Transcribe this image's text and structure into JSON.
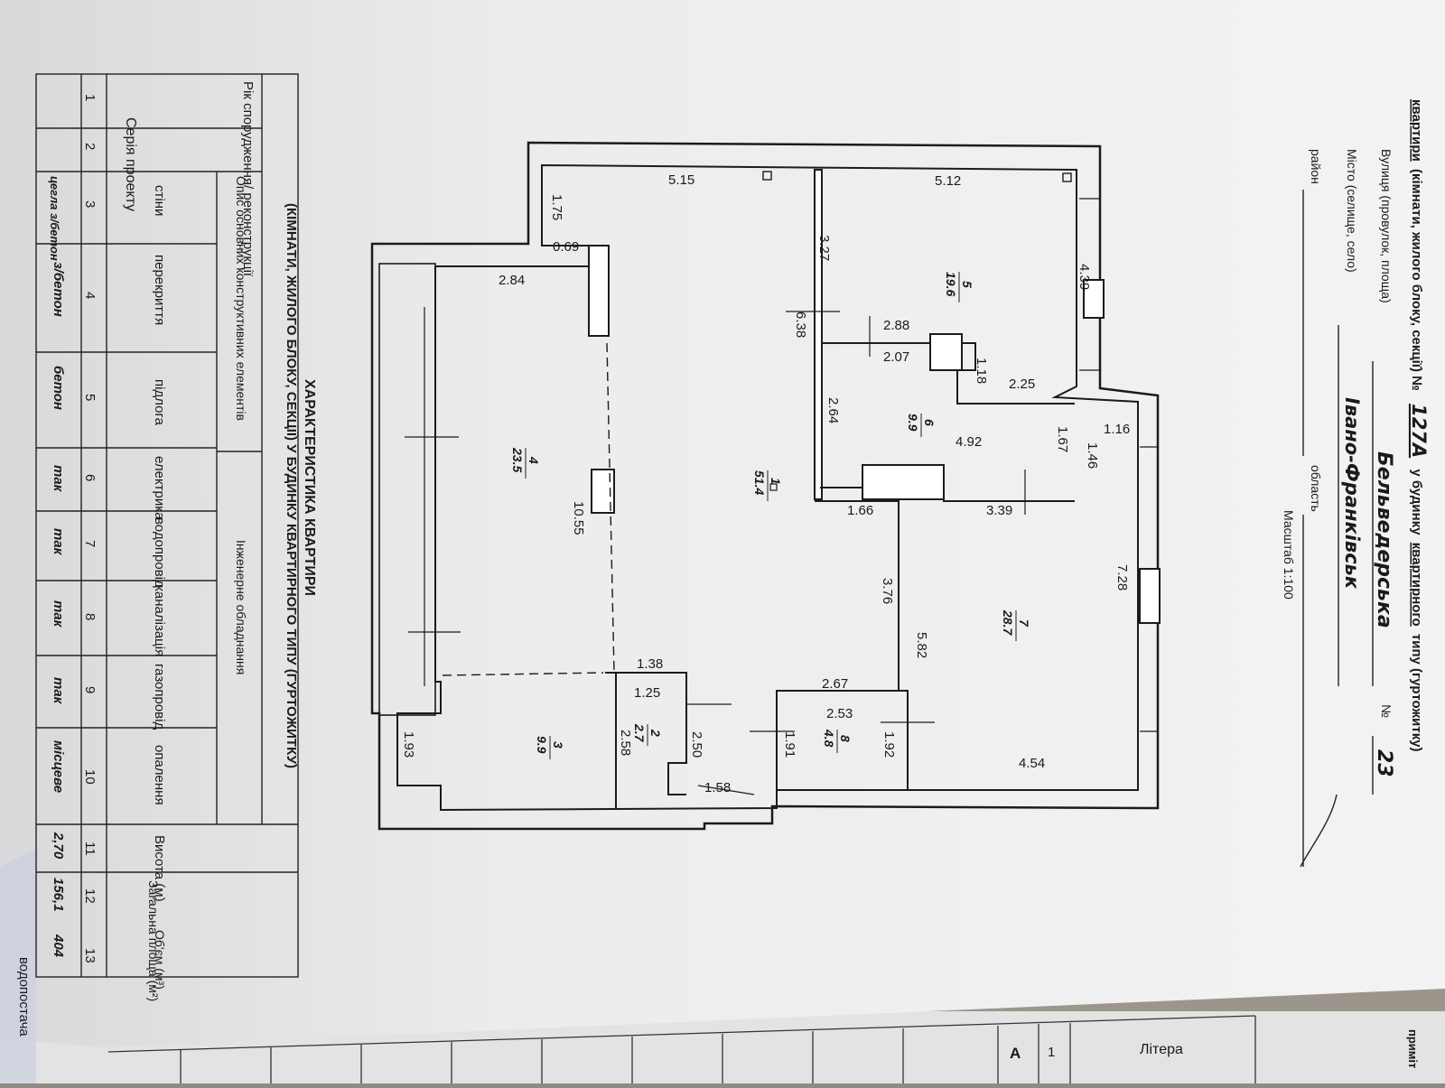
{
  "header": {
    "line1_a": "квартири",
    "line1_b": "(кімнати, жилого блоку, секції) №",
    "apartment_no": "127А",
    "line1_c": "у будинку",
    "line1_d": "квартирного",
    "line1_e": "типу (гуртожитку)",
    "street_label": "Вулиця (провулок, площа)",
    "street_value": "Бельведерська",
    "house_no_label": "№",
    "house_no_value": "23",
    "city_label": "Місто (селище, село)",
    "city_value": "Івано-Франківськ",
    "district_label": "район",
    "oblast_label": "область",
    "scale": "Масштаб 1:100",
    "top_right": "приміт"
  },
  "plan": {
    "dimensions": [
      "5.15",
      "5.12",
      "1.75",
      "0.69",
      "3.27",
      "4.39",
      "2.84",
      "6.38",
      "2.88",
      "2.07",
      "1.18",
      "2.25",
      "2.64",
      "1.16",
      "1.46",
      "1.67",
      "4.92",
      "1.66",
      "3.39",
      "10.55",
      "3.76",
      "5.82",
      "7.28",
      "1.38",
      "1.25",
      "2.67",
      "2.53",
      "2.50",
      "2.58",
      "1.91",
      "1.92",
      "1.93",
      "1.58",
      "4.54"
    ],
    "rooms": [
      {
        "no": "1",
        "area": "51.4"
      },
      {
        "no": "2",
        "area": "2.7"
      },
      {
        "no": "3",
        "area": "9.9"
      },
      {
        "no": "4",
        "area": "23.5"
      },
      {
        "no": "5",
        "area": "19.6"
      },
      {
        "no": "6",
        "area": "9.9"
      },
      {
        "no": "7",
        "area": "28.7"
      },
      {
        "no": "8",
        "area": "4.8"
      }
    ]
  },
  "table": {
    "title1": "ХАРАКТЕРИСТИКА КВАРТИРИ",
    "title2": "(КІМНАТИ, ЖИЛОГО БЛОКУ, СЕКЦІЇ) У БУДИНКУ КВАРТИРНОГО ТИПУ (ГУРТОЖИТКУ)",
    "group_struct": "Опис основних конструктивних елементів",
    "group_eng": "Інженерне обладнання",
    "columns": [
      {
        "n": "1",
        "label": "Рік спорудження/ реконструкції",
        "value": ""
      },
      {
        "n": "2",
        "label": "Серія проекту",
        "value": ""
      },
      {
        "n": "3",
        "label": "стіни",
        "value": "цегла з/бетон"
      },
      {
        "n": "4",
        "label": "перекриття",
        "value": "з/бетон"
      },
      {
        "n": "5",
        "label": "підлога",
        "value": "бетон"
      },
      {
        "n": "6",
        "label": "електрика",
        "value": "так"
      },
      {
        "n": "7",
        "label": "водопровід",
        "value": "так"
      },
      {
        "n": "8",
        "label": "каналізація",
        "value": "так"
      },
      {
        "n": "9",
        "label": "газопровід",
        "value": "так"
      },
      {
        "n": "10",
        "label": "опалення",
        "value": "місцеве"
      },
      {
        "n": "11",
        "label": "Висота (м)",
        "value": "2,70"
      },
      {
        "n": "12",
        "label": "Загальна площа (м²)",
        "value": "156,1"
      },
      {
        "n": "13",
        "label": "Об'єм (м³)",
        "value": "404"
      }
    ]
  },
  "next_page": {
    "litera_label": "Літера",
    "n1": "1",
    "a": "А"
  },
  "side_label": "водопостача"
}
